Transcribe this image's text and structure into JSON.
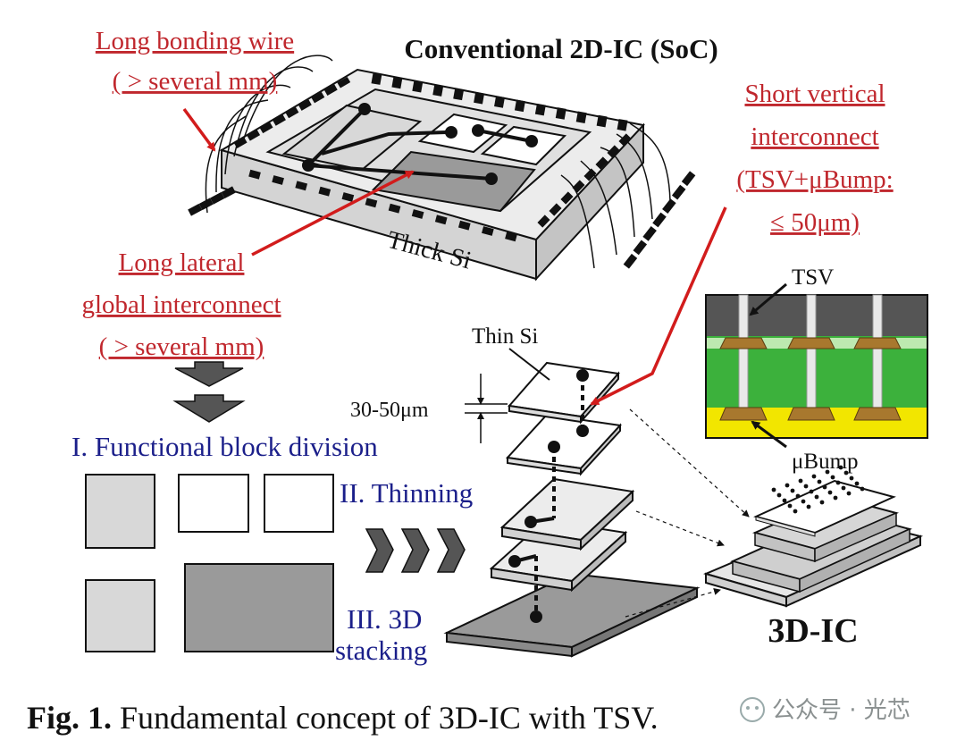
{
  "title_2d": "Conventional 2D-IC (SoC)",
  "title_3d": "3D-IC",
  "annotations": {
    "bonding_wire_line1": "Long bonding wire",
    "bonding_wire_line2": "( > several mm)",
    "short_vertical_line1": "Short vertical",
    "short_vertical_line2": "interconnect",
    "short_vertical_line3": "(TSV+μBump:",
    "short_vertical_line4": "≤ 50μm)",
    "long_lateral_line1": "Long lateral",
    "long_lateral_line2": "global interconnect",
    "long_lateral_line3": "( > several mm)",
    "thick_si": "Thick Si",
    "thin_si": "Thin Si",
    "thickness": "30-50μm",
    "tsv": "TSV",
    "ubump": "μBump"
  },
  "steps": {
    "step1": "I. Functional block division",
    "step2": "II. Thinning",
    "step3_line1": "III. 3D",
    "step3_line2": "stacking"
  },
  "caption": {
    "label": "Fig. 1.",
    "text": " Fundamental concept of 3D-IC with TSV."
  },
  "watermark": "公众号 · 光芯",
  "colors": {
    "annotation_red": "#c0272d",
    "step_blue": "#1b1f8a",
    "cross_section_green": "#3cb13c",
    "cross_section_yellow": "#f2e600",
    "cross_section_gray": "#555555",
    "bump_brown": "#a8782e"
  }
}
